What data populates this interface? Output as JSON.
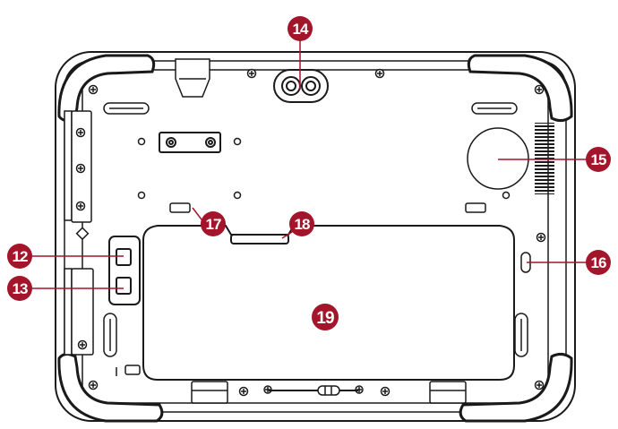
{
  "colors": {
    "outline": "#1a1a1a",
    "body_fill": "#ffffff",
    "callout_fill": "#a3152a",
    "callout_text": "#ffffff",
    "leader": "#a3152a"
  },
  "callouts": {
    "c12": "12",
    "c13": "13",
    "c14": "14",
    "c15": "15",
    "c16": "16",
    "c17": "17",
    "c18": "18",
    "c19": "19"
  }
}
